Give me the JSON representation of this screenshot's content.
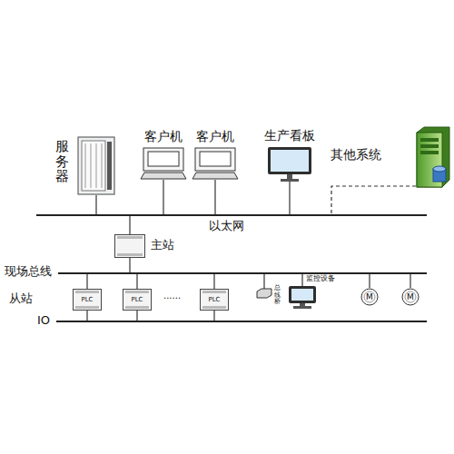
{
  "diagram": {
    "nodes": [
      {
        "text": [
          "服务器"
        ]
      },
      {
        "text": [
          "客户机"
        ]
      },
      {
        "text": [
          "客户机"
        ]
      },
      {
        "text": [
          "生产看板"
        ]
      },
      {
        "text": [
          "其他系统"
        ]
      },
      {
        "text": [
          "以太网"
        ]
      },
      {
        "text": [
          "主站"
        ]
      },
      {
        "text": [
          "现场总线"
        ]
      },
      {
        "text": [
          "PLC"
        ]
      },
      {
        "text": [
          "PLC"
        ]
      },
      {
        "text": [
          "PLC"
        ]
      },
      {
        "text": [
          "总线桥"
        ]
      },
      {
        "text": [
          "监控设备"
        ]
      },
      {
        "text": [
          "M"
        ]
      },
      {
        "text": [
          "M"
        ]
      },
      {
        "text": [
          "IO"
        ]
      }
    ],
    "edges": [
      {
        "from": 0,
        "to": 5,
        "arrow": "none"
      },
      {
        "from": 1,
        "to": 5,
        "arrow": "none"
      },
      {
        "from": 2,
        "to": 5,
        "arrow": "none"
      },
      {
        "from": 3,
        "to": 5,
        "arrow": "none"
      },
      {
        "from": 4,
        "to": 5,
        "arrow": "none"
      },
      {
        "from": 5,
        "to": 6,
        "arrow": "none"
      },
      {
        "from": 6,
        "to": 7,
        "arrow": "none"
      },
      {
        "from": 7,
        "to": 8,
        "arrow": "none"
      },
      {
        "from": 7,
        "to": 9,
        "arrow": "none"
      },
      {
        "from": 7,
        "to": 10,
        "arrow": "none"
      },
      {
        "from": 7,
        "to": 11,
        "arrow": "none"
      },
      {
        "from": 7,
        "to": 12,
        "arrow": "none"
      },
      {
        "from": 7,
        "to": 13,
        "arrow": "none"
      },
      {
        "from": 7,
        "to": 14,
        "arrow": "none"
      },
      {
        "from": 8,
        "to": 15,
        "arrow": "none"
      },
      {
        "from": 9,
        "to": 15,
        "arrow": "none"
      },
      {
        "from": 10,
        "to": 15,
        "arrow": "none"
      }
    ],
    "labels": [
      "从站",
      "......"
    ]
  }
}
